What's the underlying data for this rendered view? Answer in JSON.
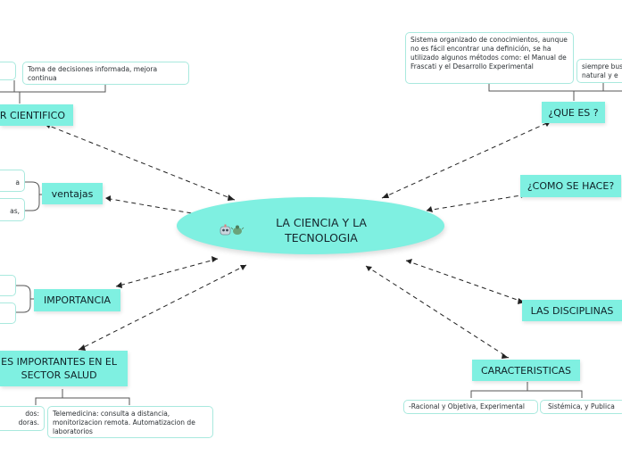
{
  "center": {
    "title": "LA CIENCIA Y LA TECNOLOGIA",
    "icon": "robot-bug-icon"
  },
  "topics": {
    "que_es": "¿QUE ES ?",
    "como_se_hace": "¿COMO SE HACE?",
    "disciplinas": "LAS DISCIPLINAS",
    "caracteristicas": "CARACTERISTICAS",
    "cientifico": "R CIENTIFICO",
    "ventajas": "ventajas",
    "importancia": "IMPORTANCIA",
    "salud": "ES IMPORTANTES EN EL\nSECTOR SALUD"
  },
  "notes": {
    "que_es_def": "Sistema organizado de conocimientos, aunque no es fácil encontrar una definición, se ha utilizado algunos métodos como: el Manual de Frascati y el Desarrollo Experimental",
    "que_es_extra": "siempre bus\nnatural y e",
    "cientifico_decision": "Toma de decisiones informada, mejora continua",
    "caract_racional": "-Racional y Objetiva, Experimental",
    "caract_sistemica": "Sistémica, y Publica",
    "ventajas_1": "a",
    "ventajas_2": "as,",
    "salud_left": "dos:\ndoras.",
    "salud_tele": "Telemedicina: consulta a distancia, monitorizacion remota. Automatizacion de laboratorios"
  },
  "colors": {
    "node_fill": "#7ff0e1",
    "note_border": "#a9e9de",
    "edge": "#222222"
  }
}
